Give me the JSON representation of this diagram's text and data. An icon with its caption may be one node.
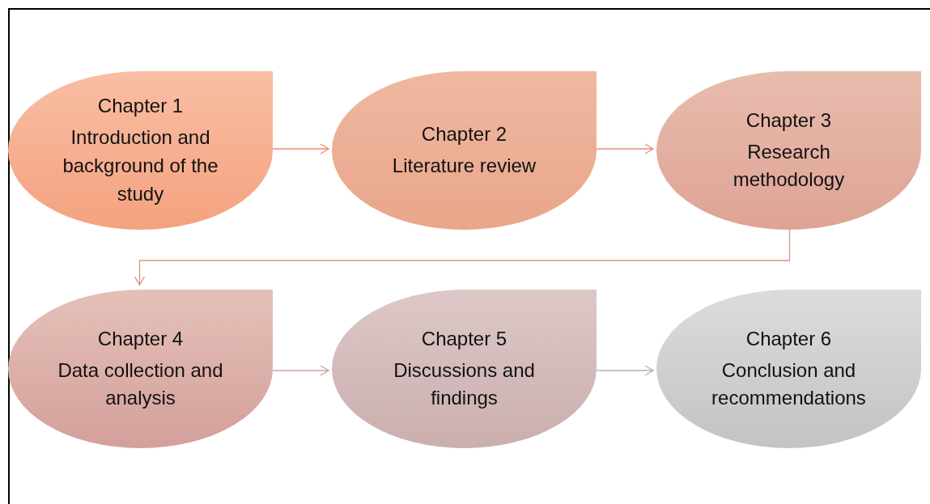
{
  "diagram": {
    "nodes": [
      {
        "text": [
          "Chapter 1",
          "Introduction and background of the study"
        ]
      },
      {
        "text": [
          "Chapter 2",
          "Literature review"
        ]
      },
      {
        "text": [
          "Chapter 3",
          "Research methodology"
        ]
      },
      {
        "text": [
          "Chapter 4",
          "Data collection and analysis"
        ]
      },
      {
        "text": [
          "Chapter 5",
          "Discussions and findings"
        ]
      },
      {
        "text": [
          "Chapter 6",
          "Conclusion and recommendations"
        ]
      }
    ],
    "edges": [
      {
        "from": 0,
        "to": 1,
        "arrow": "to",
        "color": "#e98c6c"
      },
      {
        "from": 1,
        "to": 2,
        "arrow": "to",
        "color": "#e3907a"
      },
      {
        "from": 2,
        "to": 3,
        "arrow": "to",
        "color": "#d49484"
      },
      {
        "from": 3,
        "to": 4,
        "arrow": "to",
        "color": "#cba3a0"
      },
      {
        "from": 4,
        "to": 5,
        "arrow": "to",
        "color": "#b9b2b2"
      }
    ]
  }
}
